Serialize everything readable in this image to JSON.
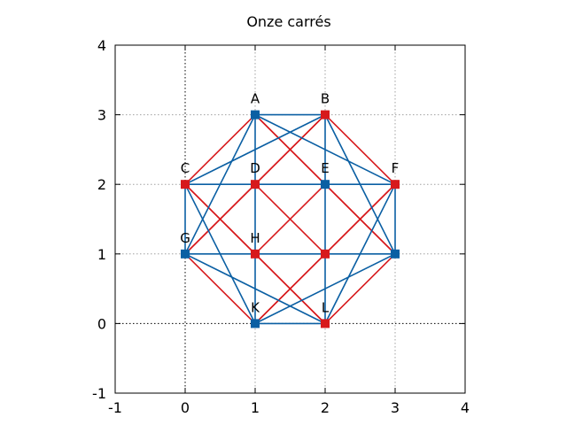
{
  "chart_data": {
    "type": "scatter",
    "title": "Onze carrés",
    "xlabel": "",
    "ylabel": "",
    "xlim": [
      -1,
      4
    ],
    "ylim": [
      -1,
      4
    ],
    "xticks": [
      -1,
      0,
      1,
      2,
      3,
      4
    ],
    "yticks": [
      -1,
      0,
      1,
      2,
      3,
      4
    ],
    "grid": true,
    "colors": {
      "red": "#d7191c",
      "blue": "#0a5fa3"
    },
    "points": [
      {
        "label": "A",
        "x": 1,
        "y": 3,
        "color": "blue"
      },
      {
        "label": "B",
        "x": 2,
        "y": 3,
        "color": "red"
      },
      {
        "label": "C",
        "x": 0,
        "y": 2,
        "color": "red"
      },
      {
        "label": "D",
        "x": 1,
        "y": 2,
        "color": "red"
      },
      {
        "label": "E",
        "x": 2,
        "y": 2,
        "color": "blue"
      },
      {
        "label": "F",
        "x": 3,
        "y": 2,
        "color": "red"
      },
      {
        "label": "G",
        "x": 0,
        "y": 1,
        "color": "blue"
      },
      {
        "label": "H",
        "x": 1,
        "y": 1,
        "color": "red"
      },
      {
        "label": "",
        "x": 2,
        "y": 1,
        "color": "red"
      },
      {
        "label": "",
        "x": 3,
        "y": 1,
        "color": "blue"
      },
      {
        "label": "K",
        "x": 1,
        "y": 0,
        "color": "blue"
      },
      {
        "label": "L",
        "x": 2,
        "y": 0,
        "color": "red"
      }
    ],
    "red_segments": [
      [
        [
          1,
          3
        ],
        [
          0,
          2
        ]
      ],
      [
        [
          1,
          3
        ],
        [
          2,
          2
        ]
      ],
      [
        [
          1,
          3
        ],
        [
          3,
          1
        ]
      ],
      [
        [
          2,
          3
        ],
        [
          1,
          2
        ]
      ],
      [
        [
          2,
          3
        ],
        [
          3,
          2
        ]
      ],
      [
        [
          2,
          3
        ],
        [
          0,
          1
        ]
      ],
      [
        [
          0,
          2
        ],
        [
          1,
          1
        ]
      ],
      [
        [
          0,
          2
        ],
        [
          2,
          0
        ]
      ],
      [
        [
          1,
          2
        ],
        [
          2,
          1
        ]
      ],
      [
        [
          1,
          2
        ],
        [
          0,
          1
        ]
      ],
      [
        [
          2,
          2
        ],
        [
          1,
          1
        ]
      ],
      [
        [
          2,
          2
        ],
        [
          3,
          1
        ]
      ],
      [
        [
          3,
          2
        ],
        [
          2,
          1
        ]
      ],
      [
        [
          3,
          2
        ],
        [
          1,
          0
        ]
      ],
      [
        [
          0,
          1
        ],
        [
          1,
          0
        ]
      ],
      [
        [
          3,
          1
        ],
        [
          2,
          0
        ]
      ],
      [
        [
          1,
          1
        ],
        [
          2,
          0
        ]
      ],
      [
        [
          2,
          1
        ],
        [
          1,
          0
        ]
      ]
    ],
    "blue_segments": [
      [
        [
          1,
          3
        ],
        [
          2,
          3
        ]
      ],
      [
        [
          1,
          3
        ],
        [
          0,
          1
        ]
      ],
      [
        [
          1,
          3
        ],
        [
          1,
          0
        ]
      ],
      [
        [
          1,
          3
        ],
        [
          3,
          2
        ]
      ],
      [
        [
          2,
          3
        ],
        [
          0,
          2
        ]
      ],
      [
        [
          2,
          3
        ],
        [
          2,
          0
        ]
      ],
      [
        [
          2,
          3
        ],
        [
          3,
          1
        ]
      ],
      [
        [
          0,
          2
        ],
        [
          3,
          2
        ]
      ],
      [
        [
          0,
          2
        ],
        [
          0,
          1
        ]
      ],
      [
        [
          0,
          2
        ],
        [
          1,
          0
        ]
      ],
      [
        [
          0,
          1
        ],
        [
          3,
          1
        ]
      ],
      [
        [
          0,
          1
        ],
        [
          2,
          0
        ]
      ],
      [
        [
          3,
          2
        ],
        [
          3,
          1
        ]
      ],
      [
        [
          3,
          2
        ],
        [
          2,
          0
        ]
      ],
      [
        [
          3,
          1
        ],
        [
          1,
          0
        ]
      ],
      [
        [
          1,
          0
        ],
        [
          2,
          0
        ]
      ]
    ]
  }
}
